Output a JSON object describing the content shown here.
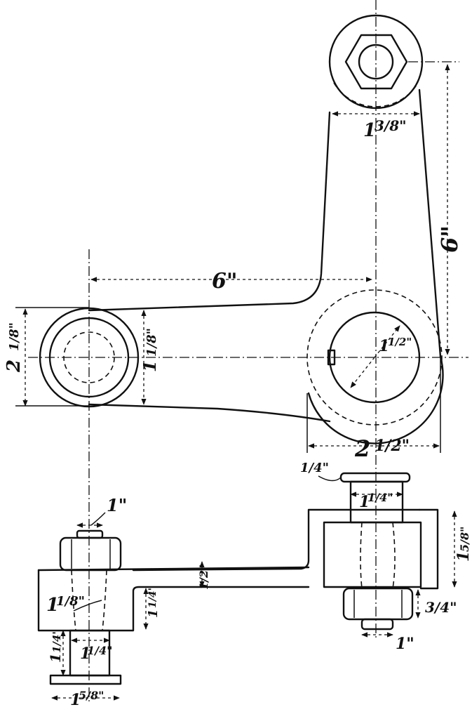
{
  "dimensions": {
    "arm_center_distance": "6\"",
    "upper_arm_length": "6\"",
    "upper_boss_width_whole": "1",
    "upper_boss_width_frac": "3/8\"",
    "left_boss_dia_whole": "2",
    "left_boss_dia_frac": "1/8\"",
    "left_bore_whole": "1",
    "left_bore_frac": "1/8\"",
    "shaft_radius_whole": "1",
    "shaft_radius_frac": "1/2\"",
    "hub_dia_whole": "2",
    "hub_dia_frac": "1/2\"",
    "left_pin_dia": "1\"",
    "left_block_height_whole": "1",
    "left_block_height_frac": "1/8\"",
    "web_thickness": "1/2\"",
    "web_depth_whole": "1",
    "web_depth_frac": "1/4\"",
    "left_stem_len_whole": "1",
    "left_stem_len_frac": "1/4\"",
    "left_stem_dia_whole": "1",
    "left_stem_dia_frac": "1/4\"",
    "left_washer_dia_whole": "1",
    "left_washer_dia_frac": "5/8\"",
    "washer_thickness": "1/4\"",
    "right_pin_dia_whole": "1",
    "right_pin_dia_frac": "1/4\"",
    "right_block_height_whole": "1",
    "right_block_height_frac": "5/8\"",
    "right_nut_gap": "3/4\"",
    "right_pin_small_dia": "1\""
  }
}
